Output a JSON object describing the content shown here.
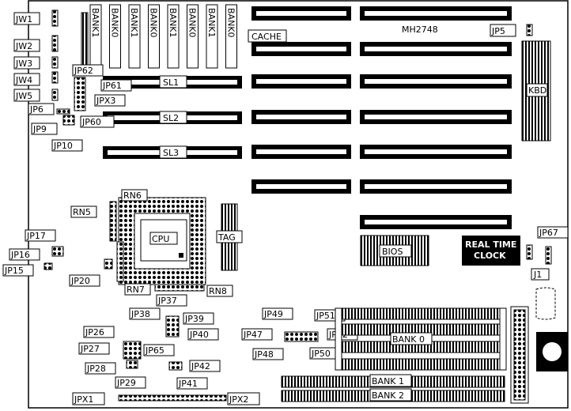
{
  "board": {
    "model": "MH2748",
    "colors": {
      "ink": "#000000",
      "paper": "#ffffff"
    }
  },
  "labels": {
    "jw1": "JW1",
    "jw2": "JW2",
    "jw3": "JW3",
    "jw4": "JW4",
    "jw5": "JW5",
    "jp62": "JP62",
    "jp61": "JP61",
    "jpx3": "JPX3",
    "jp6": "JP6",
    "jp60": "JP60",
    "jp9": "JP9",
    "jp10": "JP10",
    "jp5": "JP5",
    "jp17": "JP17",
    "jp16": "JP16",
    "jp15": "JP15",
    "jp20": "JP20",
    "jp67": "JP67",
    "j1": "J1",
    "jp37": "JP37",
    "jp38": "JP38",
    "jp39": "JP39",
    "jp40": "JP40",
    "jp26": "JP26",
    "jp27": "JP27",
    "jp28": "JP28",
    "jp29": "JP29",
    "jp65": "JP65",
    "jp42": "JP42",
    "jp41": "JP41",
    "jp49": "JP49",
    "jp51": "JP51",
    "jp47": "JP47",
    "jp52": "JP52",
    "jp48": "JP48",
    "jp50": "JP50",
    "jpx1": "JPX1",
    "jpx2": "JPX2",
    "rn5": "RN5",
    "rn6": "RN6",
    "rn7": "RN7",
    "rn8": "RN8",
    "cache": "CACHE",
    "sl1": "SL1",
    "sl2": "SL2",
    "sl3": "SL3",
    "kbd": "KBD",
    "cpu": "CPU",
    "tag": "TAG",
    "bios": "BIOS",
    "rtc_line1": "REAL TIME",
    "rtc_line2": "CLOCK",
    "bank0": "BANK 0",
    "bank1": "BANK 1",
    "bank2": "BANK 2"
  },
  "cache_banks": [
    "BANK1",
    "BANK0",
    "BANK1",
    "BANK0",
    "BANK1",
    "BANK0",
    "BANK1",
    "BANK0"
  ]
}
